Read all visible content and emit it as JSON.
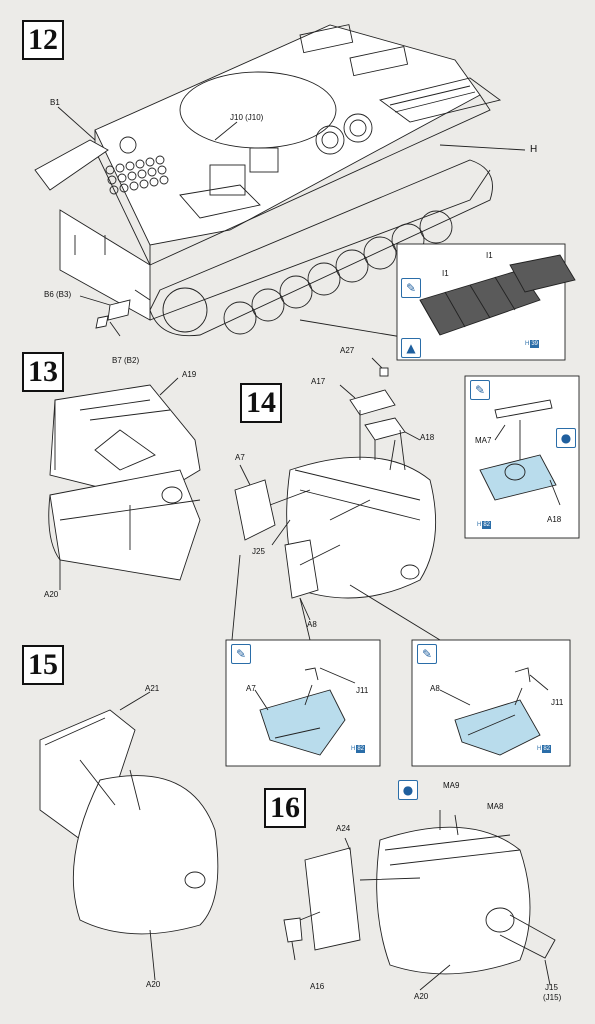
{
  "steps": {
    "s12": "12",
    "s13": "13",
    "s14": "14",
    "s15": "15",
    "s16": "16"
  },
  "labels": {
    "b1": "B1",
    "j10": "J10 (J10)",
    "h": "H",
    "i1_top": "I1",
    "i1_left": "I1",
    "b6": "B6 (B3)",
    "b7": "B7 (B2)",
    "a19": "A19",
    "a20_13": "A20",
    "a27": "A27",
    "a17": "A17",
    "a18": "A18",
    "a7": "A7",
    "j25": "J25",
    "a8": "A8",
    "ma7": "MA7",
    "a18_inset": "A18",
    "a7_inset": "A7",
    "j11_a": "J11",
    "a8_inset": "A8",
    "j11_b": "J11",
    "a21": "A21",
    "a20_15": "A20",
    "ma9": "MA9",
    "ma8": "MA8",
    "a24": "A24",
    "a16": "A16",
    "a20_16": "A20",
    "j15": "J15",
    "j15b": "(J15)"
  },
  "tags": {
    "t12_h": "H",
    "t12_n": "39",
    "t14_h": "H",
    "t14_n": "82",
    "t14a_h": "H",
    "t14a_n": "82",
    "t14b_h": "H",
    "t14b_n": "82"
  },
  "icons": {
    "brush": "brush-icon",
    "drop": "glue-drop-icon",
    "accent_blue": "#2a6da8",
    "part_fill": "#b9dcec",
    "track_fill": "#555555"
  }
}
